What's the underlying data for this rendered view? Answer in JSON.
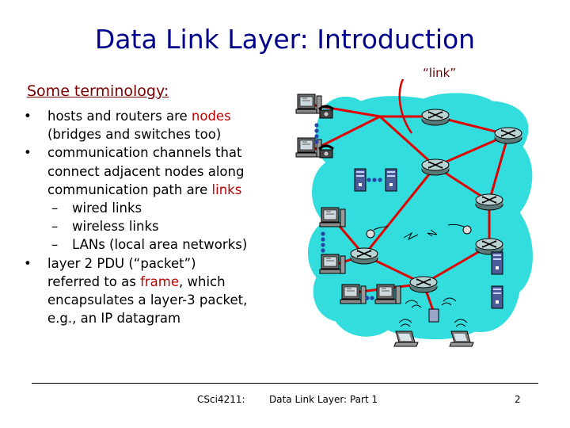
{
  "title": "Data Link Layer: Introduction",
  "subtitle": "Some terminology:",
  "link_label": "“link”",
  "bullets": {
    "b1_a": "hosts and routers are ",
    "b1_nodes": "nodes",
    "b1_b": "(bridges and switches too)",
    "b2_a": "communication channels that",
    "b2_b": "connect adjacent nodes along",
    "b2_c": "communication path are ",
    "b2_links": "links",
    "sub1": "wired links",
    "sub2": "wireless links",
    "sub3": "LANs (local area networks)",
    "b3_a": "layer 2 PDU (“packet”)",
    "b3_b": "referred to as ",
    "b3_frame": "frame",
    "b3_c": ", which",
    "b3_d": "encapsulates a layer-3 packet,",
    "b3_e": "e.g., an IP datagram",
    "bullet_char": "•",
    "dash_char": "–"
  },
  "footer": {
    "left": "CSci4211:",
    "center": "Data Link Layer: Part 1",
    "page": "2"
  },
  "colors": {
    "title": "#00008b",
    "subtitle": "#7a0000",
    "highlight": "#c00000",
    "cloud": "#33dddd",
    "link": "#e00000"
  }
}
